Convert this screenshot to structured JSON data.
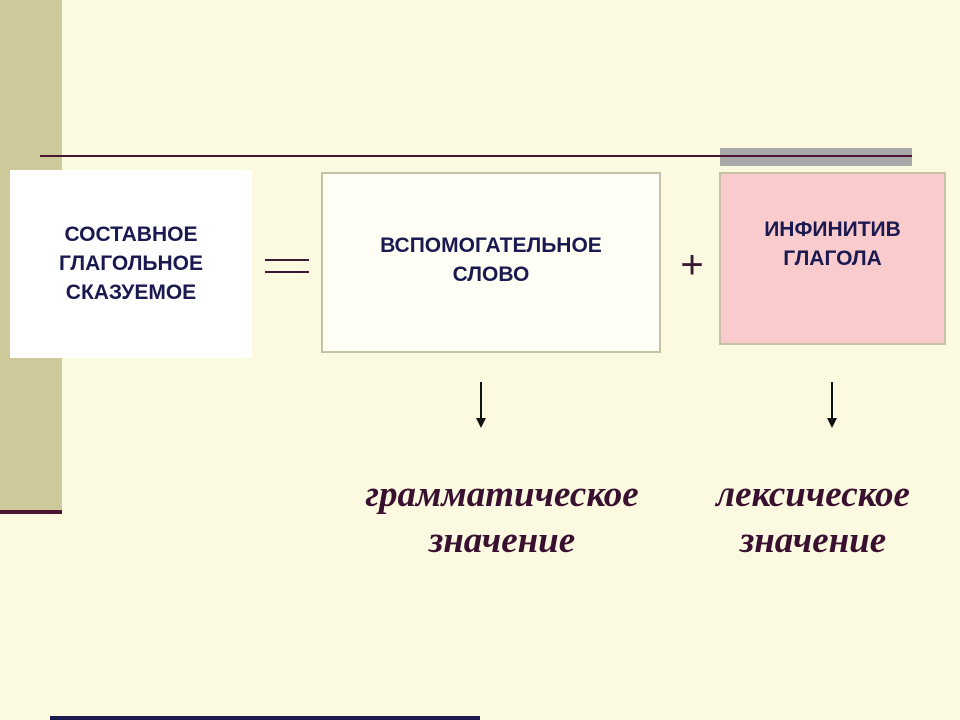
{
  "slide": {
    "compound_predicate": "СОСТАВНОЕ\nГЛАГОЛЬНОЕ\nСКАЗУЕМОЕ",
    "equals_symbol": "=",
    "auxiliary_word": "ВСПОМОГАТЕЛЬНОЕ\nСЛОВО",
    "plus_symbol": "+",
    "infinitive": "ИНФИНИТИВ\nГЛАГОЛА",
    "grammatical_meaning": "грамматическое\nзначение",
    "lexical_meaning": "лексическое\nзначение"
  },
  "colors": {
    "background": "#fbf9e0",
    "sidebar": "#cdc99a",
    "accent_line": "#4a1530",
    "box_text": "#1a1a50",
    "infinitive_box": "#f9cbcd",
    "meaning_text": "#3a1030"
  }
}
